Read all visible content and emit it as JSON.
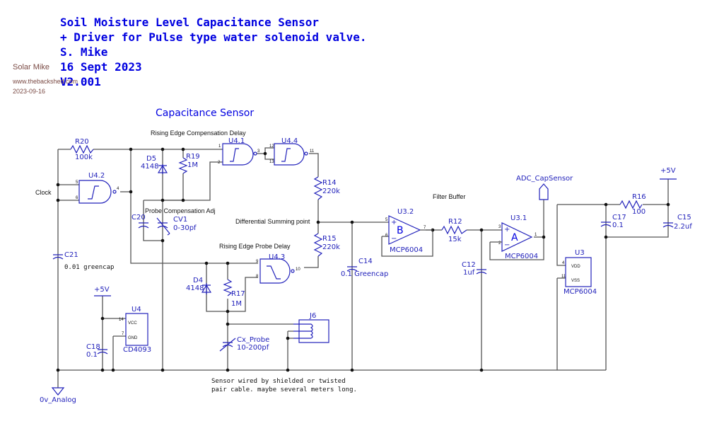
{
  "title": {
    "line1": "Soil Moisture Level Capacitance Sensor",
    "line2": "+ Driver for Pulse type water solenoid valve.",
    "author": "S. Mike",
    "date": "16 Sept 2023",
    "version": "V2.001"
  },
  "watermark": {
    "name": "Solar Mike",
    "site": "www.thebackshed.com",
    "date": "2023-09-16"
  },
  "section_title": "Capacitance Sensor",
  "notes": {
    "rising_comp": "Rising Edge Compensation Delay",
    "probe_comp": "Probe Compensation Adj",
    "diff_sum": "Differential Summing point",
    "rising_probe": "Rising Edge Probe Delay",
    "filter_buffer": "Filter  Buffer",
    "clock": "Clock",
    "cable1": "Sensor  wired  by  shielded  or  twisted",
    "cable2": "pair  cable.  maybe  several  meters  long."
  },
  "components": {
    "R20": {
      "ref": "R20",
      "value": "100k"
    },
    "R19": {
      "ref": "R19",
      "value": "1M"
    },
    "R17": {
      "ref": "R17",
      "value": "1M"
    },
    "R14": {
      "ref": "R14",
      "value": "220k"
    },
    "R15": {
      "ref": "R15",
      "value": "220k"
    },
    "R12": {
      "ref": "R12",
      "value": "15k"
    },
    "R16": {
      "ref": "R16",
      "value": "100"
    },
    "D5": {
      "ref": "D5",
      "value": "4148"
    },
    "D4": {
      "ref": "D4",
      "value": "4148"
    },
    "C20": {
      "ref": "C20"
    },
    "CV1": {
      "ref": "CV1",
      "value": "0-30pf"
    },
    "C21": {
      "ref": "C21",
      "value": "0.01  greencap"
    },
    "C18": {
      "ref": "C18",
      "value": "0.1"
    },
    "C14": {
      "ref": "C14",
      "value": "0.1 Greencap"
    },
    "C12": {
      "ref": "C12",
      "value": "1uf"
    },
    "C17": {
      "ref": "C17",
      "value": "0.1"
    },
    "C15": {
      "ref": "C15",
      "value": "2.2uf"
    },
    "Cx": {
      "ref": "Cx_Probe",
      "value": "10-200pf"
    },
    "J6": {
      "ref": "J6"
    },
    "U4_1": {
      "ref": "U4.1",
      "pins": [
        "1",
        "2",
        "3"
      ]
    },
    "U4_2": {
      "ref": "U4.2",
      "pins": [
        "5",
        "6",
        "4"
      ]
    },
    "U4_3": {
      "ref": "U4.3",
      "pins": [
        "9",
        "8",
        "10"
      ]
    },
    "U4_4": {
      "ref": "U4.4",
      "pins": [
        "12",
        "13",
        "11"
      ]
    },
    "U4": {
      "ref": "U4",
      "part": "CD4093",
      "pin_vcc": "VCC",
      "pin_gnd": "GND",
      "n_vcc": "14",
      "n_gnd": "7"
    },
    "U3_2": {
      "ref": "U3.2",
      "unit": "B",
      "part": "MCP6004",
      "pins": [
        "5",
        "6",
        "7"
      ]
    },
    "U3_1": {
      "ref": "U3.1",
      "unit": "A",
      "part": "MCP6004",
      "pins": [
        "3",
        "2",
        "1"
      ]
    },
    "U3": {
      "ref": "U3",
      "part": "MCP6004",
      "pin_vdd": "VDD",
      "pin_vss": "VSS",
      "n_vdd": "4",
      "n_vss": "11"
    }
  },
  "nets": {
    "vcc1": "+5V",
    "vcc2": "+5V",
    "gnd": "0v_Analog",
    "adc": "ADC_CapSensor"
  }
}
